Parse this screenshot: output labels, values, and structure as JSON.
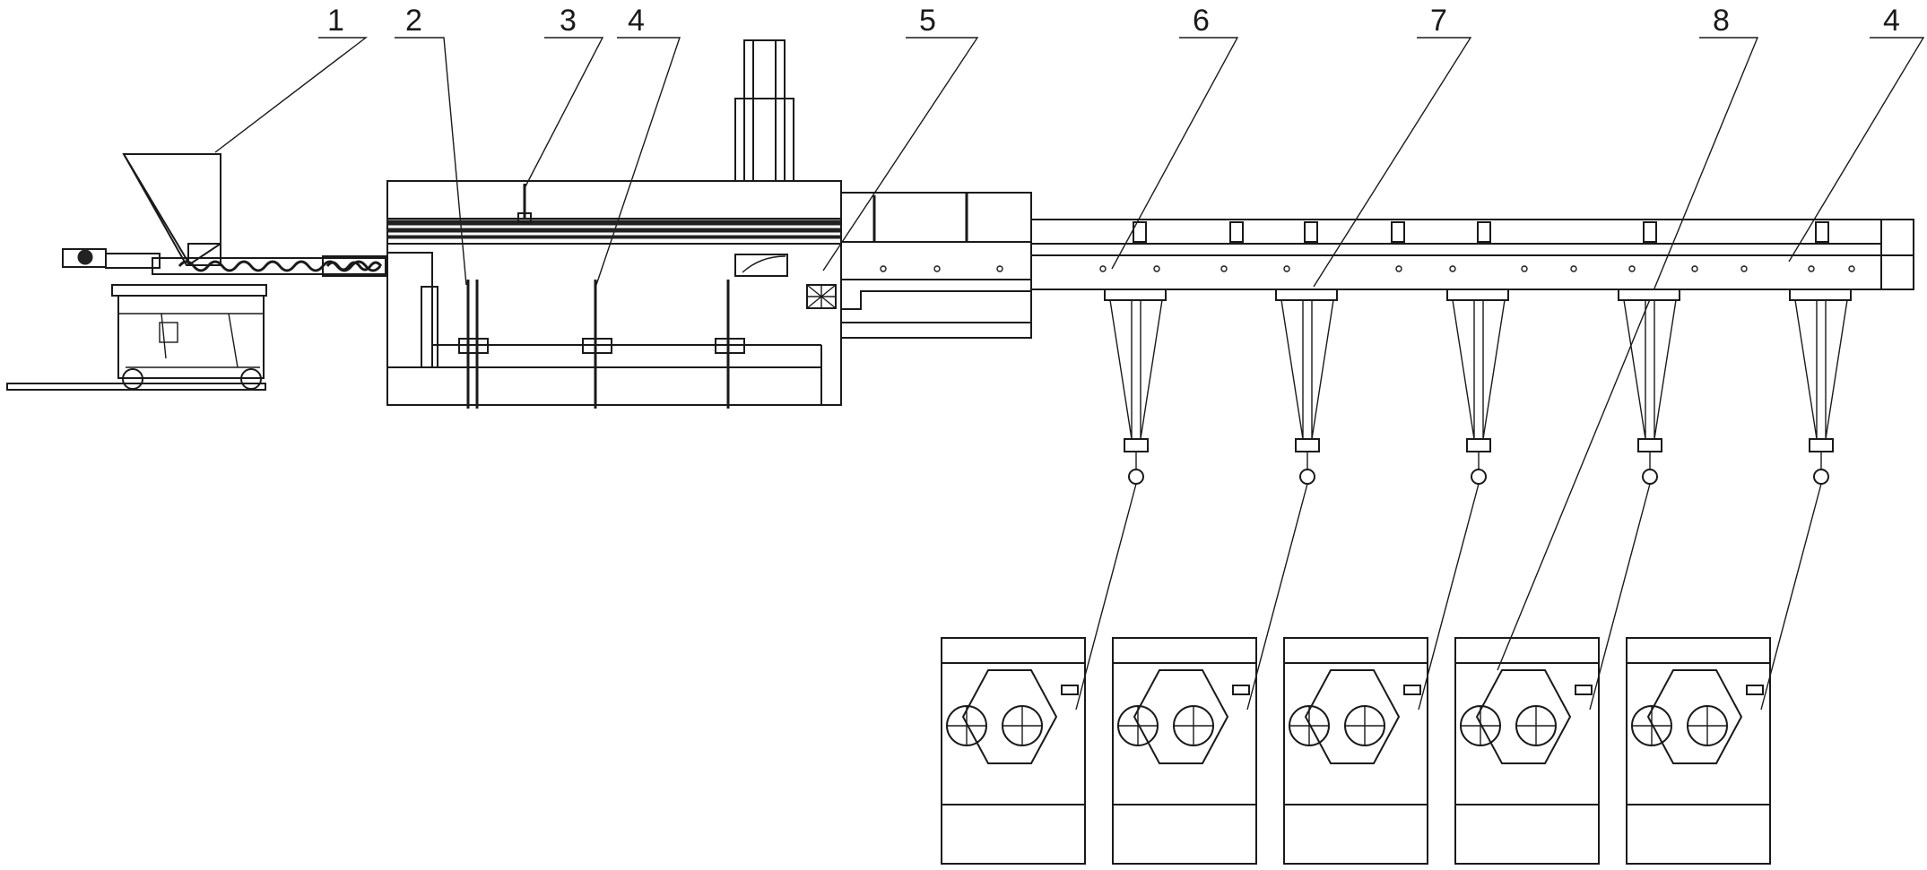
{
  "labels": [
    {
      "id": "1",
      "text": "1"
    },
    {
      "id": "2",
      "text": "2"
    },
    {
      "id": "3",
      "text": "3"
    },
    {
      "id": "4a",
      "text": "4"
    },
    {
      "id": "5",
      "text": "5"
    },
    {
      "id": "6",
      "text": "6"
    },
    {
      "id": "7",
      "text": "7"
    },
    {
      "id": "8",
      "text": "8"
    },
    {
      "id": "4b",
      "text": "4"
    }
  ],
  "colors": {
    "line": "#1a1a1a",
    "background": "#ffffff",
    "hatch": "#222222"
  }
}
